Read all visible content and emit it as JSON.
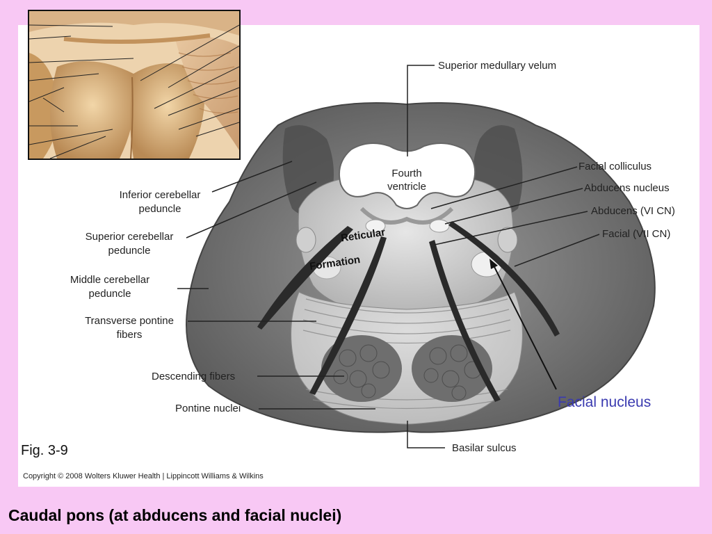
{
  "slide": {
    "title": "Caudal pons (at abducens and facial nuclei)",
    "figure_label": "Fig. 3-9",
    "copyright": "Copyright © 2008 Wolters Kluwer Health | Lippincott Williams & Wilkins"
  },
  "colors": {
    "background": "#f8c8f4",
    "panel": "#ffffff",
    "highlight_label": "#3a3ab0"
  },
  "labels": {
    "superior_medullary_velum": "Superior medullary velum",
    "fourth_ventricle_line1": "Fourth",
    "fourth_ventricle_line2": "ventricle",
    "facial_colliculus": "Facial colliculus",
    "abducens_nucleus": "Abducens nucleus",
    "abducens_nerve": "Abducens (VI CN)",
    "facial_nerve": "Facial (VII CN)",
    "inferior_cerebellar_peduncle_1": "Inferior cerebellar",
    "inferior_cerebellar_peduncle_2": "peduncle",
    "superior_cerebellar_peduncle_1": "Superior cerebellar",
    "superior_cerebellar_peduncle_2": "peduncle",
    "middle_cerebellar_peduncle_1": "Middle cerebellar",
    "middle_cerebellar_peduncle_2": "peduncle",
    "transverse_pontine_fibers_1": "Transverse pontine",
    "transverse_pontine_fibers_2": "fibers",
    "descending_fibers": "Descending fibers",
    "pontine_nuclei": "Pontine nuclei",
    "basilar_sulcus": "Basilar sulcus",
    "reticular": "Reticular",
    "formation": "Formation",
    "facial_nucleus": "Facial nucleus"
  }
}
